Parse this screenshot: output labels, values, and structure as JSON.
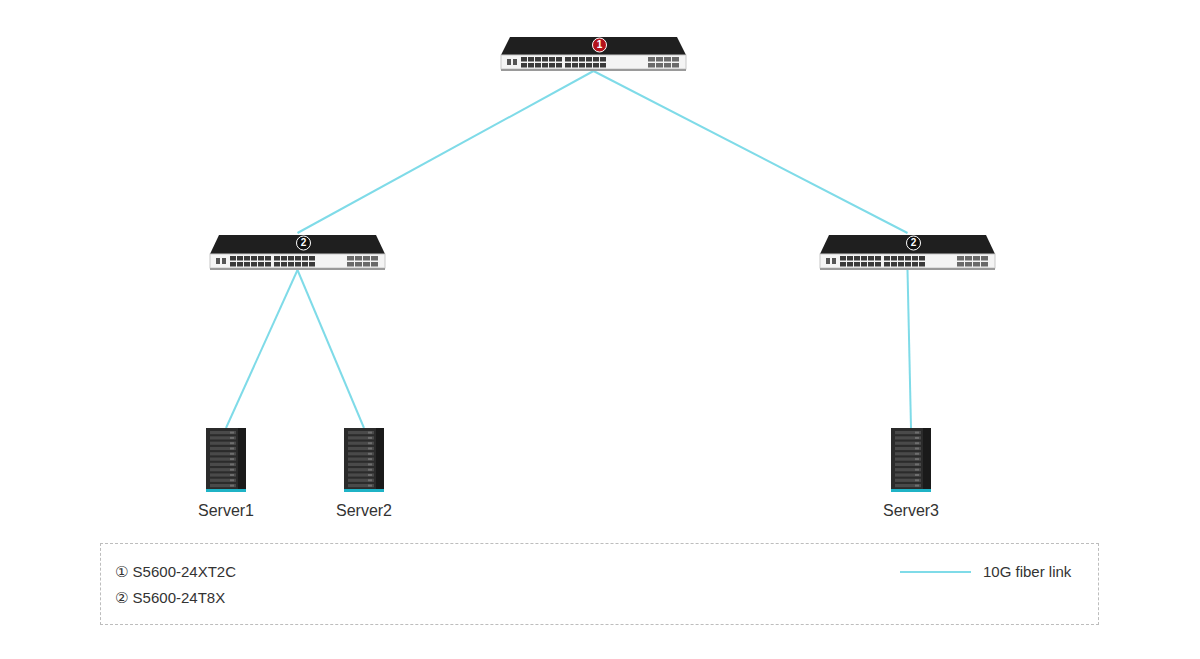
{
  "diagram": {
    "nodes": [
      {
        "text": [
          "1"
        ]
      },
      {
        "text": [
          "2"
        ]
      },
      {
        "text": [
          "2"
        ]
      },
      {
        "text": [
          "Server1"
        ]
      },
      {
        "text": [
          "Server2"
        ]
      },
      {
        "text": [
          "Server3"
        ]
      }
    ],
    "edges": [
      {
        "from": 0,
        "to": 1,
        "arrow": "none"
      },
      {
        "from": 0,
        "to": 2,
        "arrow": "none"
      },
      {
        "from": 1,
        "to": 3,
        "arrow": "none"
      },
      {
        "from": 1,
        "to": 4,
        "arrow": "none"
      },
      {
        "from": 2,
        "to": 5,
        "arrow": "none"
      }
    ],
    "legend": [
      {
        "text": "① S5600-24XT2C"
      },
      {
        "text": "② S5600-24T8X"
      },
      {
        "text": "10G fiber link"
      }
    ]
  }
}
